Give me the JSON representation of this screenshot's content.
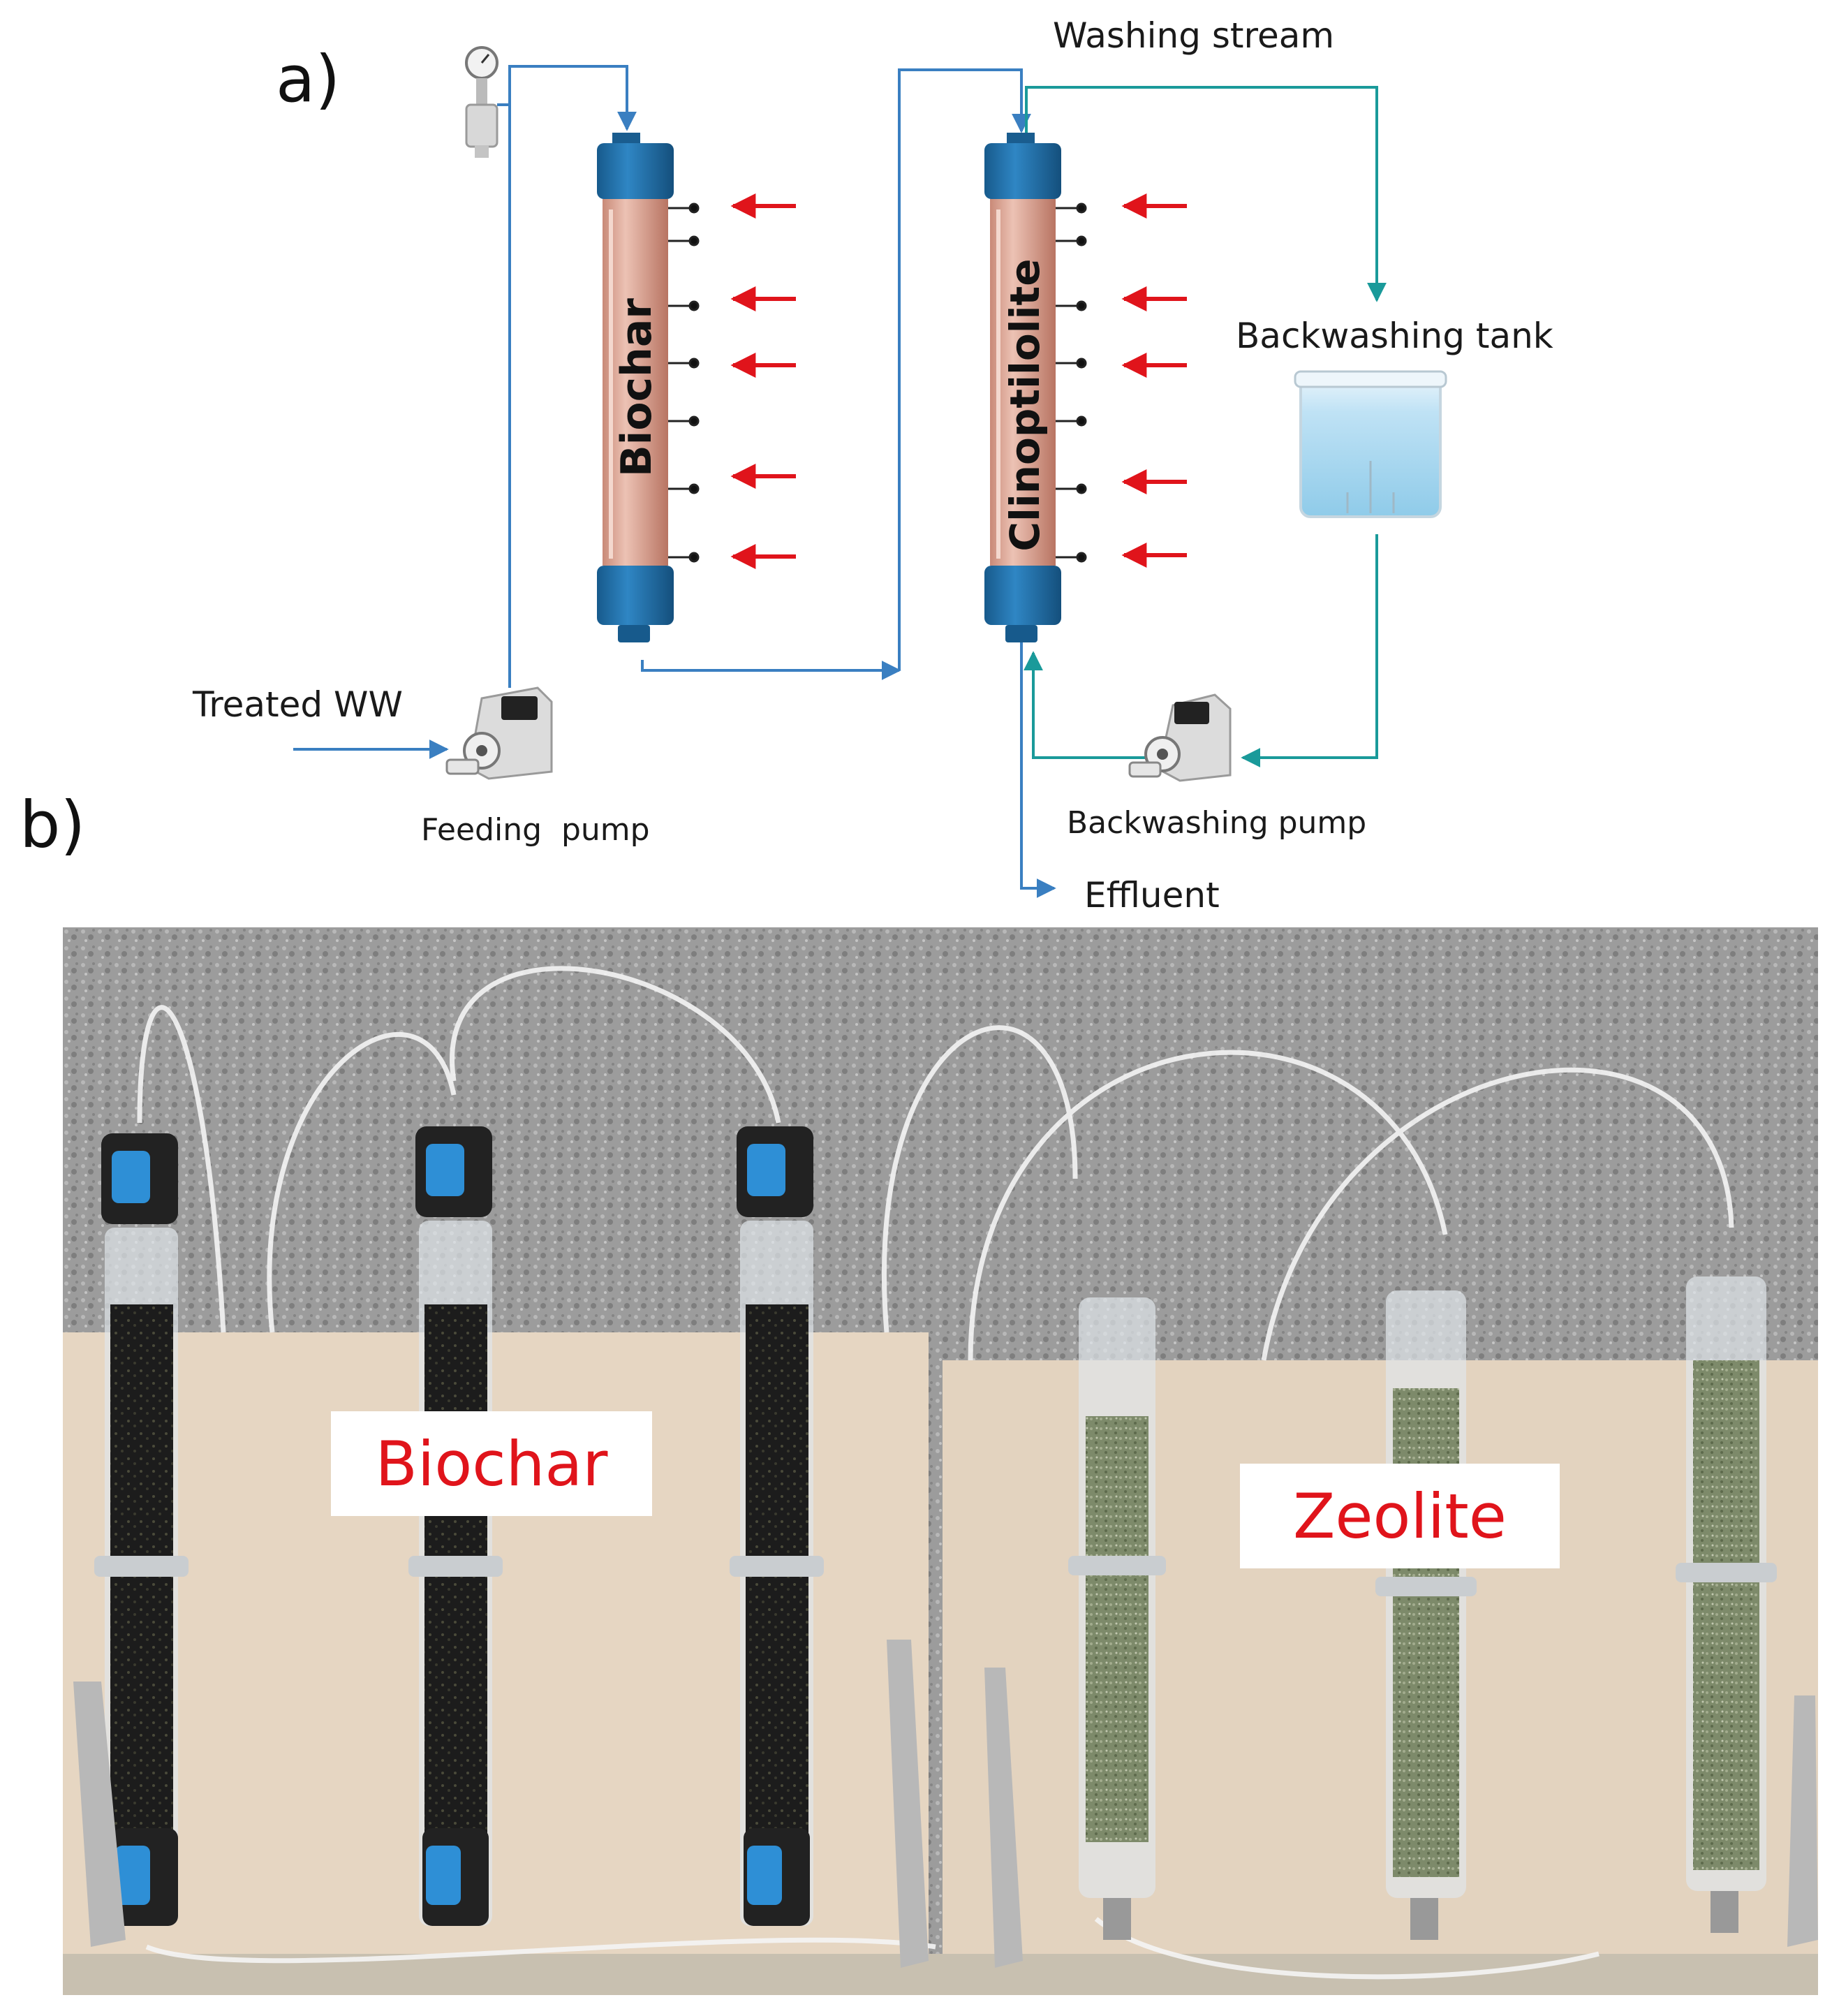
{
  "panel_a": {
    "letter": "a)",
    "labels": {
      "washing_stream": "Washing stream",
      "backwashing_tank": "Backwashing tank",
      "treated_ww": "Treated WW",
      "feeding_pump": "Feeding  pump",
      "backwashing_pump": "Backwashing pump",
      "effluent": "Effluent"
    },
    "columns": [
      {
        "label": "Biochar"
      },
      {
        "label": "Clinoptilolite"
      }
    ],
    "colors": {
      "column_body": "#d9a191",
      "column_cap": "#1f6fa8",
      "feed_line": "#3a7fc1",
      "wash_line": "#1a9a9a",
      "sampling_arrow": "#e0141b"
    }
  },
  "panel_b": {
    "letter": "b)",
    "photo_labels": {
      "biochar": "Biochar",
      "zeolite": "Zeolite"
    },
    "colors": {
      "label_text": "#e0141b",
      "wall": "#9a9a9a",
      "board": "#e6d6c2",
      "biochar_media": "#1c1c1c",
      "zeolite_media": "#7d8a6a",
      "valve_blue": "#2e8fd6"
    }
  }
}
